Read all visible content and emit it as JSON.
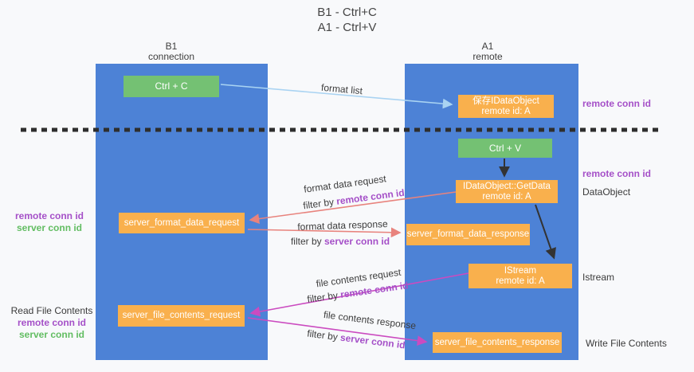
{
  "colors": {
    "lane_blue": "#4d82d6",
    "box_green": "#74c173",
    "box_orange": "#f9b04d",
    "remote_conn_purple": "#a550c8",
    "server_conn_green": "#62bd62",
    "arrow_salmon": "#e8837d",
    "arrow_magenta": "#cb4bc0",
    "arrow_lightblue": "#a9d3f2",
    "arrow_black": "#333333",
    "dashed_line": "#2e2e2e"
  },
  "title": {
    "line1": "B1 - Ctrl+C",
    "line2": "A1 - Ctrl+V"
  },
  "columns": {
    "left": {
      "title": "B1",
      "subtitle": "connection"
    },
    "right": {
      "title": "A1",
      "subtitle": "remote"
    }
  },
  "nodes": {
    "ctrl_c": {
      "label": "Ctrl + C"
    },
    "save_dataobject": {
      "line1": "保存IDataObject",
      "line2": "remote id: A"
    },
    "ctrl_v": {
      "label": "Ctrl + V"
    },
    "getdata": {
      "line1": "IDataObject::GetData",
      "line2": "remote id: A"
    },
    "format_request": {
      "label": "server_format_data_request"
    },
    "format_response": {
      "label": "server_format_data_response"
    },
    "istream": {
      "line1": "IStream",
      "line2": "remote id: A"
    },
    "file_request": {
      "label": "server_file_contents_request"
    },
    "file_response": {
      "label": "server_file_contents_response"
    }
  },
  "edge_labels": {
    "format_list": "format list",
    "format_data_request": "format data request",
    "format_data_request_filter": {
      "prefix": "filter by ",
      "id": "remote conn id"
    },
    "format_data_response": "format data response",
    "format_data_response_filter": {
      "prefix": "filter by ",
      "id": "server conn id"
    },
    "file_contents_request": "file contents request",
    "file_contents_request_filter": {
      "prefix": "filter by ",
      "id": "remote conn id"
    },
    "file_contents_response": "file contents response",
    "file_contents_response_filter": {
      "prefix": "filter by ",
      "id": "server conn id"
    }
  },
  "annotations": {
    "right_top_remote_conn": "remote conn id",
    "right_mid_remote_conn": "remote conn id",
    "dataobject": "DataObject",
    "istream": "Istream",
    "write_file_contents": "Write File Contents",
    "left_mid": {
      "remote": "remote conn id",
      "server": "server conn id"
    },
    "read_file_contents": "Read File Contents",
    "left_bottom": {
      "remote": "remote conn id",
      "server": "server conn id"
    }
  }
}
